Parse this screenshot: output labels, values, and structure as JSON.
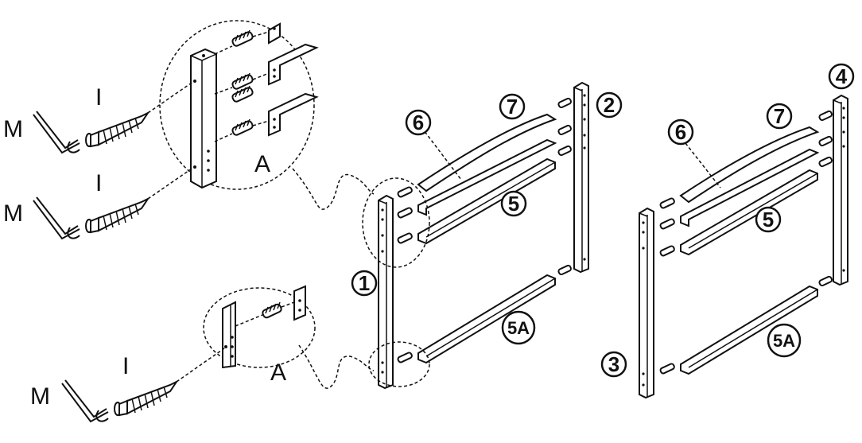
{
  "labels": {
    "wrench": "M",
    "screw": "I",
    "detail": "A",
    "part_1": "1",
    "part_2": "2",
    "part_3": "3",
    "part_4": "4",
    "part_5": "5",
    "part_5a": "5A",
    "part_6": "6",
    "part_7": "7"
  },
  "colors": {
    "ink": "#111111",
    "background": "#ffffff"
  }
}
